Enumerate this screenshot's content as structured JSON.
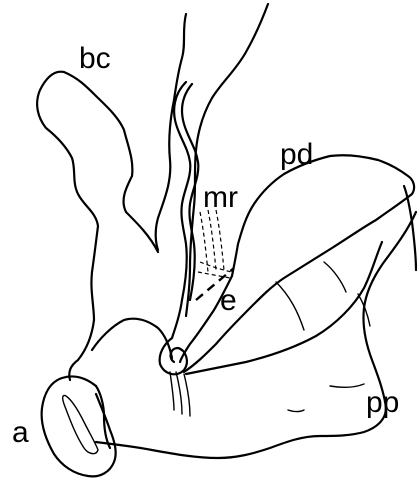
{
  "labels": {
    "bc": "bc",
    "pd": "pd",
    "mr": "mr",
    "e": "e",
    "a": "a",
    "pp": "pp"
  },
  "colors": {
    "ink": "#000000",
    "background": "#ffffff"
  }
}
